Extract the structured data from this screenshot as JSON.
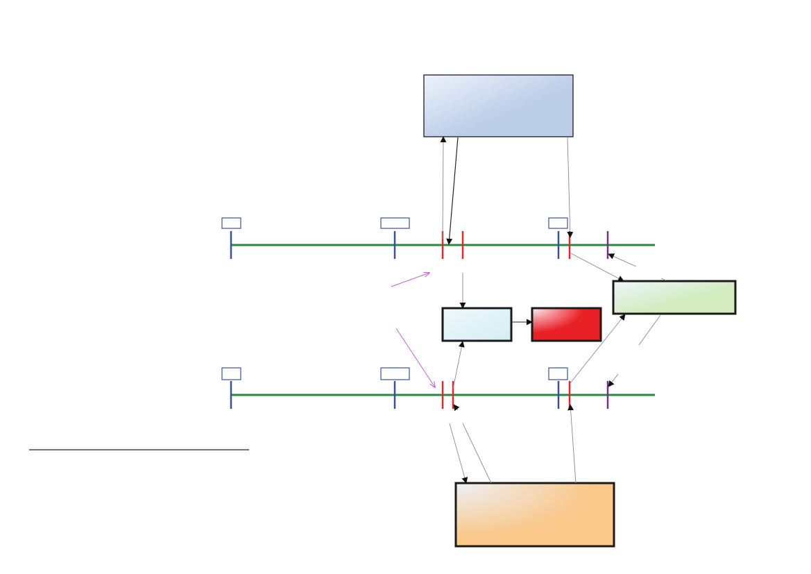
{
  "diagram": {
    "colors": {
      "timeline": "#238b3d",
      "marker_blue": "#3650a0",
      "marker_red": "#e8262a",
      "marker_purple": "#7b2a8e",
      "label_box_stroke": "#3650a0",
      "arrow": "#222222",
      "arrow_light": "#888888",
      "arrow_magenta": "#c060d0",
      "separator": "#222222",
      "box_top_from": "#eef3fb",
      "box_top_to": "#bccde8",
      "box_cyan_from": "#eef8fc",
      "box_cyan_to": "#d4eef2",
      "box_red_from": "#fbeef2",
      "box_red_to": "#e92025",
      "box_green_from": "#eef6fa",
      "box_green_to": "#d2ecbf",
      "box_orange_from": "#eef0f8",
      "box_orange_to": "#f9c88a"
    },
    "timelines": [
      {
        "id": "timeline-upper",
        "markers": [
          "blue",
          "blue",
          "red",
          "red",
          "blue",
          "red",
          "purple"
        ]
      },
      {
        "id": "timeline-lower",
        "markers": [
          "blue",
          "blue",
          "red",
          "red",
          "blue",
          "red",
          "purple"
        ]
      }
    ],
    "boxes": [
      "top-blue-box",
      "center-cyan-box",
      "center-red-box",
      "right-green-box",
      "bottom-orange-box"
    ]
  }
}
